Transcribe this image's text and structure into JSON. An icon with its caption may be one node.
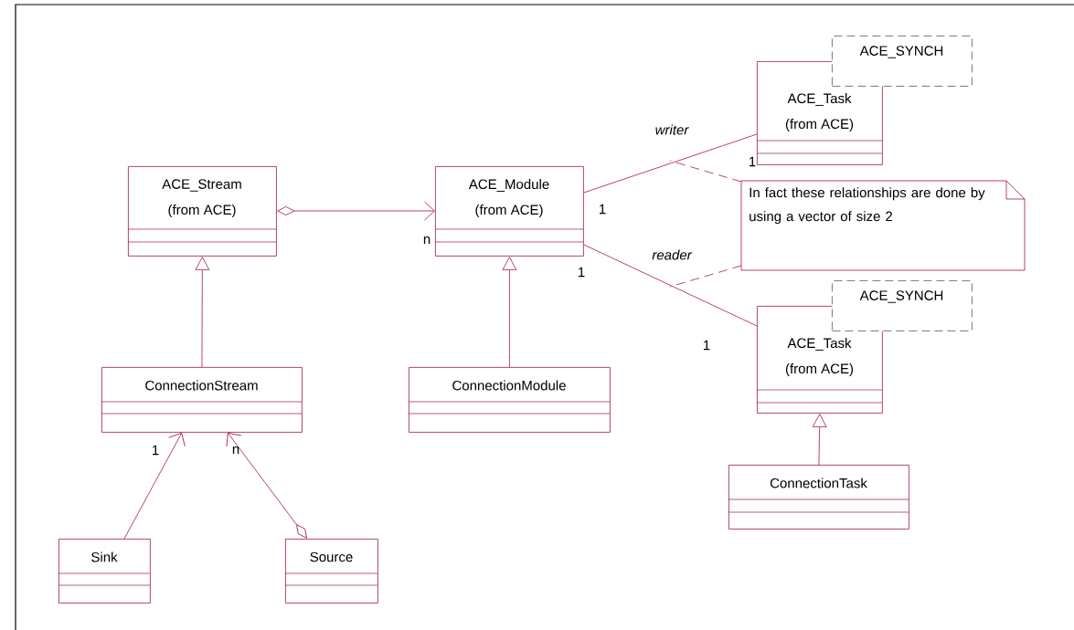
{
  "diagram": {
    "nodes": [
      {
        "text": [
          "ACE_Stream",
          "(from ACE)"
        ]
      },
      {
        "text": [
          "ACE_Module",
          "(from ACE)"
        ]
      },
      {
        "text": [
          "ACE_SYNCH"
        ]
      },
      {
        "text": [
          "ACE_Task",
          "(from ACE)"
        ]
      },
      {
        "text": [
          "In fact these relationships are done by using a vector of size 2"
        ]
      },
      {
        "text": [
          "ACE_SYNCH"
        ]
      },
      {
        "text": [
          "ACE_Task",
          "(from ACE)"
        ]
      },
      {
        "text": [
          "ConnectionStream"
        ]
      },
      {
        "text": [
          "ConnectionModule"
        ]
      },
      {
        "text": [
          "ConnectionTask"
        ]
      },
      {
        "text": [
          "Sink"
        ]
      },
      {
        "text": [
          "Source"
        ]
      }
    ],
    "edges": [
      {
        "from": 0,
        "to": 1,
        "arrow": "to"
      },
      {
        "from": 7,
        "to": 0,
        "arrow": "to"
      },
      {
        "from": 8,
        "to": 1,
        "arrow": "to"
      },
      {
        "from": 1,
        "to": 3,
        "arrow": "none",
        "label": "writer"
      },
      {
        "from": 1,
        "to": 6,
        "arrow": "none",
        "label": "reader"
      },
      {
        "from": 4,
        "to": null,
        "arrow": "none",
        "style": "dashed"
      },
      {
        "from": 4,
        "to": null,
        "arrow": "none",
        "style": "dashed"
      },
      {
        "from": 9,
        "to": 6,
        "arrow": "to"
      },
      {
        "from": 10,
        "to": 7,
        "arrow": "to"
      },
      {
        "from": 11,
        "to": 7,
        "arrow": "to"
      }
    ],
    "labels": [
      "1",
      "1",
      "n",
      "1",
      "1",
      "1",
      "n"
    ]
  }
}
